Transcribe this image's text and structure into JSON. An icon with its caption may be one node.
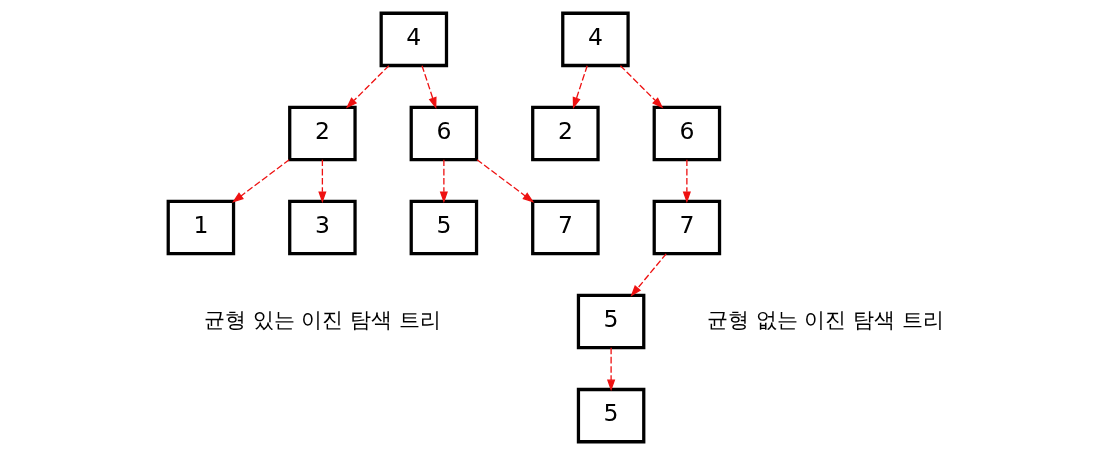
{
  "diagram": {
    "nodes": [
      {
        "text": [
          "4"
        ]
      },
      {
        "text": [
          "2"
        ]
      },
      {
        "text": [
          "6"
        ]
      },
      {
        "text": [
          "1"
        ]
      },
      {
        "text": [
          "3"
        ]
      },
      {
        "text": [
          "5"
        ]
      },
      {
        "text": [
          "7"
        ]
      },
      {
        "text": [
          "4"
        ]
      },
      {
        "text": [
          "2"
        ]
      },
      {
        "text": [
          "6"
        ]
      },
      {
        "text": [
          "7"
        ]
      },
      {
        "text": [
          "5"
        ]
      },
      {
        "text": [
          "5"
        ]
      }
    ],
    "edges": [
      {
        "from": 0,
        "to": 1,
        "arrow": "to",
        "style": "dashed"
      },
      {
        "from": 0,
        "to": 2,
        "arrow": "to",
        "style": "dashed"
      },
      {
        "from": 1,
        "to": 3,
        "arrow": "to",
        "style": "dashed"
      },
      {
        "from": 1,
        "to": 4,
        "arrow": "to",
        "style": "dashed"
      },
      {
        "from": 2,
        "to": 5,
        "arrow": "to",
        "style": "dashed"
      },
      {
        "from": 2,
        "to": 6,
        "arrow": "to",
        "style": "dashed"
      },
      {
        "from": 7,
        "to": 8,
        "arrow": "to",
        "style": "dashed"
      },
      {
        "from": 7,
        "to": 9,
        "arrow": "to",
        "style": "dashed"
      },
      {
        "from": 9,
        "to": 10,
        "arrow": "to",
        "style": "dashed"
      },
      {
        "from": 10,
        "to": 11,
        "arrow": "to",
        "style": "dashed"
      },
      {
        "from": 11,
        "to": 12,
        "arrow": "to",
        "style": "dashed"
      }
    ],
    "labels": [
      "균형 있는 이진 탐색 트리",
      "균형 없는 이진 탐색 트리"
    ]
  }
}
